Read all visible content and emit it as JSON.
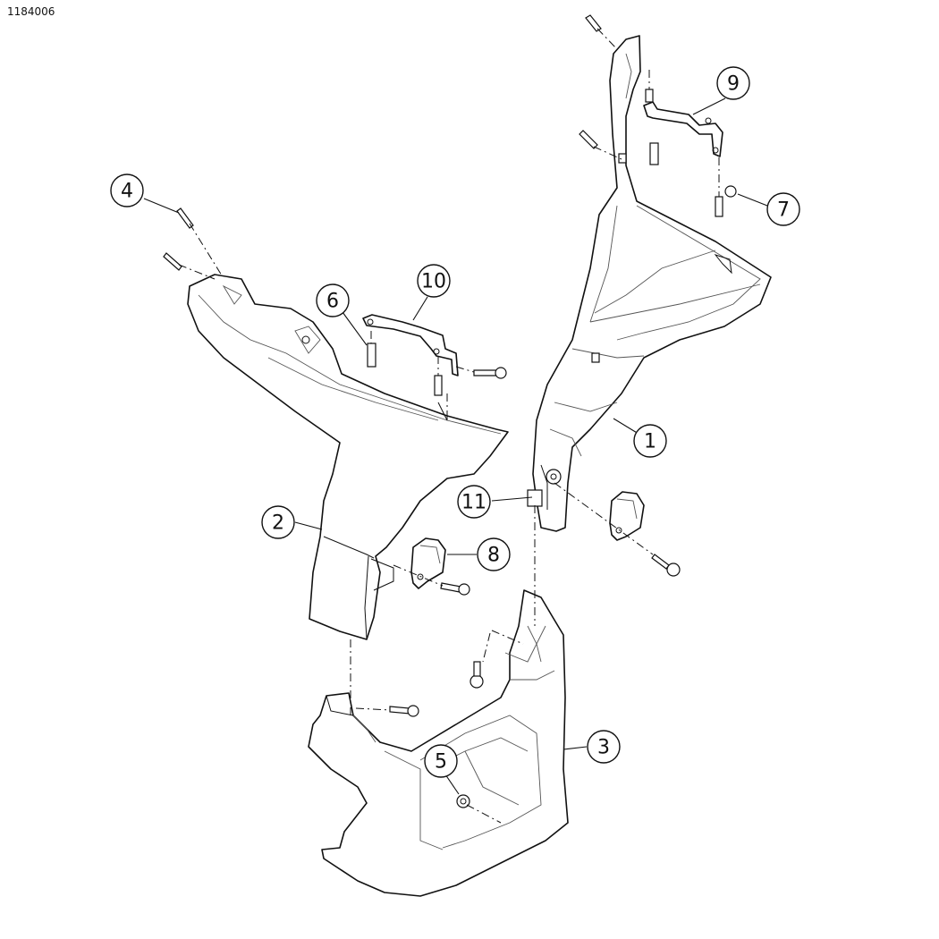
{
  "document_id": "1184006",
  "callouts": [
    {
      "label": "1"
    },
    {
      "label": "2"
    },
    {
      "label": "3"
    },
    {
      "label": "4"
    },
    {
      "label": "5"
    },
    {
      "label": "6"
    },
    {
      "label": "7"
    },
    {
      "label": "8"
    },
    {
      "label": "9"
    },
    {
      "label": "10"
    },
    {
      "label": "11"
    }
  ]
}
